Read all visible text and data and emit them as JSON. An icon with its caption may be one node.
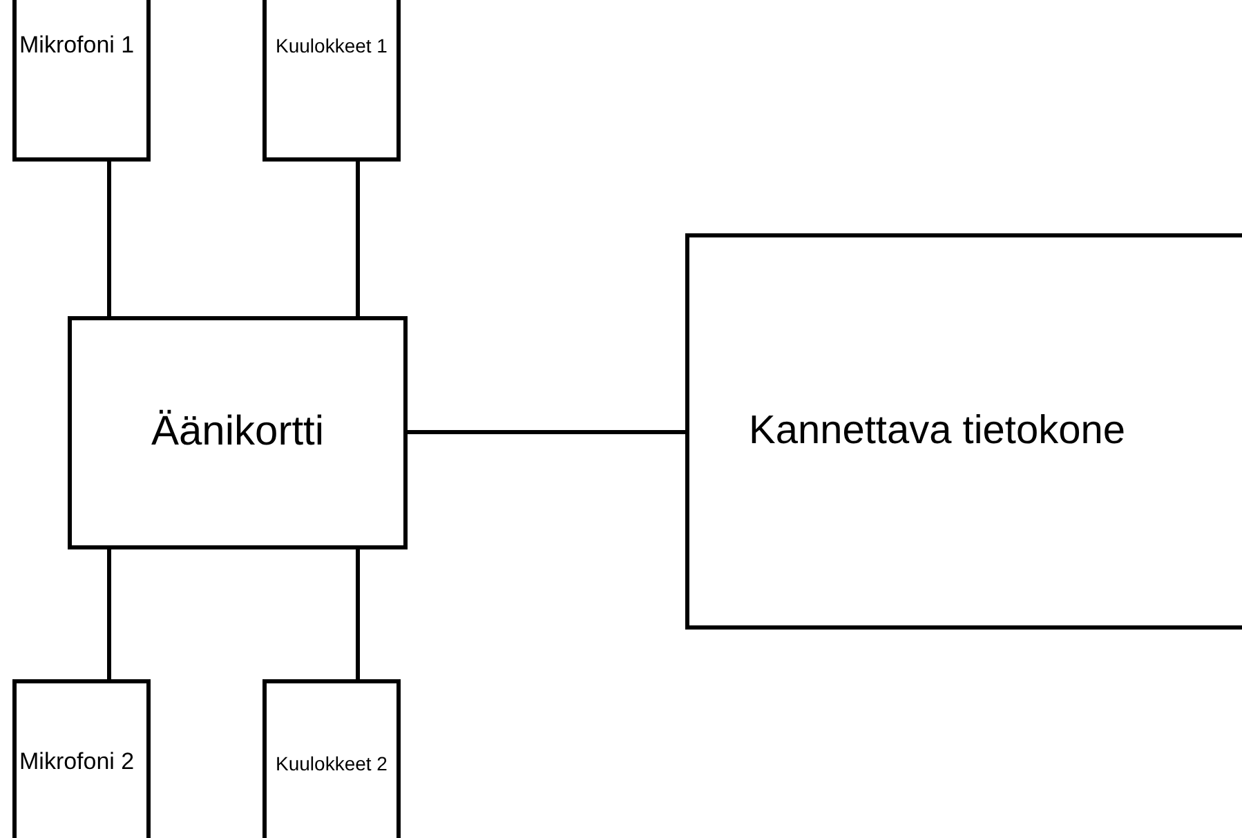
{
  "diagram": {
    "nodes": [
      {
        "text": [
          "Mikrofoni 1"
        ]
      },
      {
        "text": [
          "Kuulokkeet 1"
        ]
      },
      {
        "text": [
          "Äänikortti"
        ]
      },
      {
        "text": [
          "Kannettava tietokone"
        ]
      },
      {
        "text": [
          "Mikrofoni 2"
        ]
      },
      {
        "text": [
          "Kuulokkeet 2"
        ]
      }
    ],
    "edges": [
      {
        "from": 0,
        "to": 2,
        "arrow": "none"
      },
      {
        "from": 1,
        "to": 2,
        "arrow": "none"
      },
      {
        "from": 2,
        "to": 3,
        "arrow": "none"
      },
      {
        "from": 2,
        "to": 4,
        "arrow": "none"
      },
      {
        "from": 2,
        "to": 5,
        "arrow": "none"
      }
    ]
  }
}
